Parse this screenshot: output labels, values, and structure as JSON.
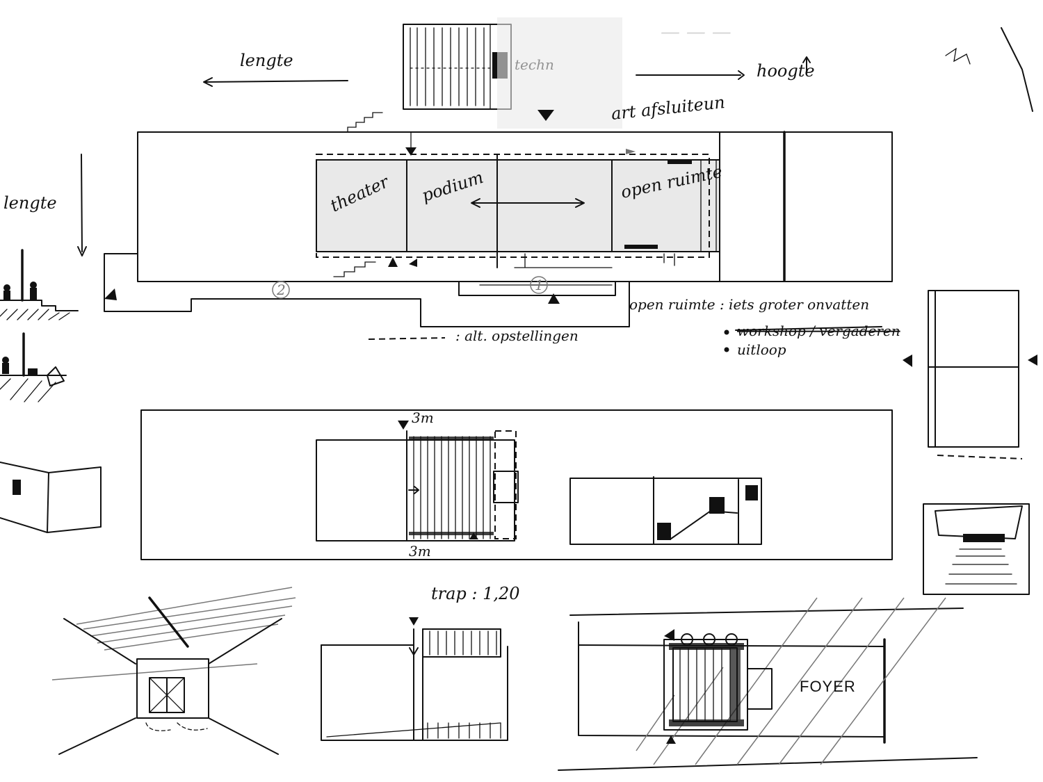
{
  "annotations": {
    "lengte_top": "lengte",
    "lengte_left": "lengte",
    "hoogte": "hoogte",
    "techniek": "techn",
    "afsluiten": "art afsluiteun",
    "theater": "theater",
    "podium": "podium",
    "openruimte": "open ruimte",
    "legend_title": "open ruimte : iets groter onvatten",
    "legend_item_1": "workshop / vergaderen",
    "legend_item_2": "uitloop",
    "legend_dash": ": alt. opstellingen",
    "marker_1": "2",
    "marker_2": "1",
    "dim_top": "3m",
    "dim_bottom": "3m",
    "trap": "trap : 1,20",
    "foyer": "FOYER"
  }
}
